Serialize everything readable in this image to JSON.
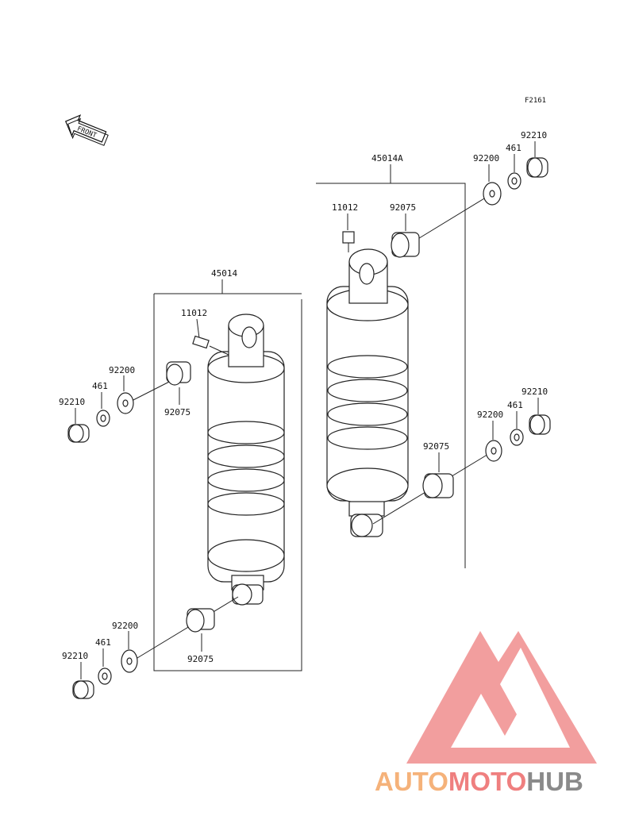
{
  "figure_code": "F2161",
  "front_arrow_text": "FRONT",
  "assemblies": {
    "left": {
      "assembly_no": "45014",
      "grease_nipple": "11012",
      "upper": {
        "bushing": "92075",
        "washer": "92200",
        "spacer": "461",
        "nut": "92210"
      },
      "lower": {
        "bushing": "92075",
        "washer": "92200",
        "spacer": "461",
        "nut": "92210"
      }
    },
    "right": {
      "assembly_no": "45014A",
      "grease_nipple": "11012",
      "upper": {
        "bushing": "92075",
        "washer": "92200",
        "spacer": "461",
        "nut": "92210"
      },
      "lower": {
        "bushing": "92075",
        "washer": "92200",
        "spacer": "461",
        "nut": "92210"
      }
    }
  },
  "watermark": {
    "part1": "AUTO",
    "part2": "MOTO",
    "part3": "HUB",
    "color1": "#f5b27a",
    "color2": "#ef7f7f",
    "color3": "#8a8a8a",
    "logo_color": "#f08d8d"
  }
}
